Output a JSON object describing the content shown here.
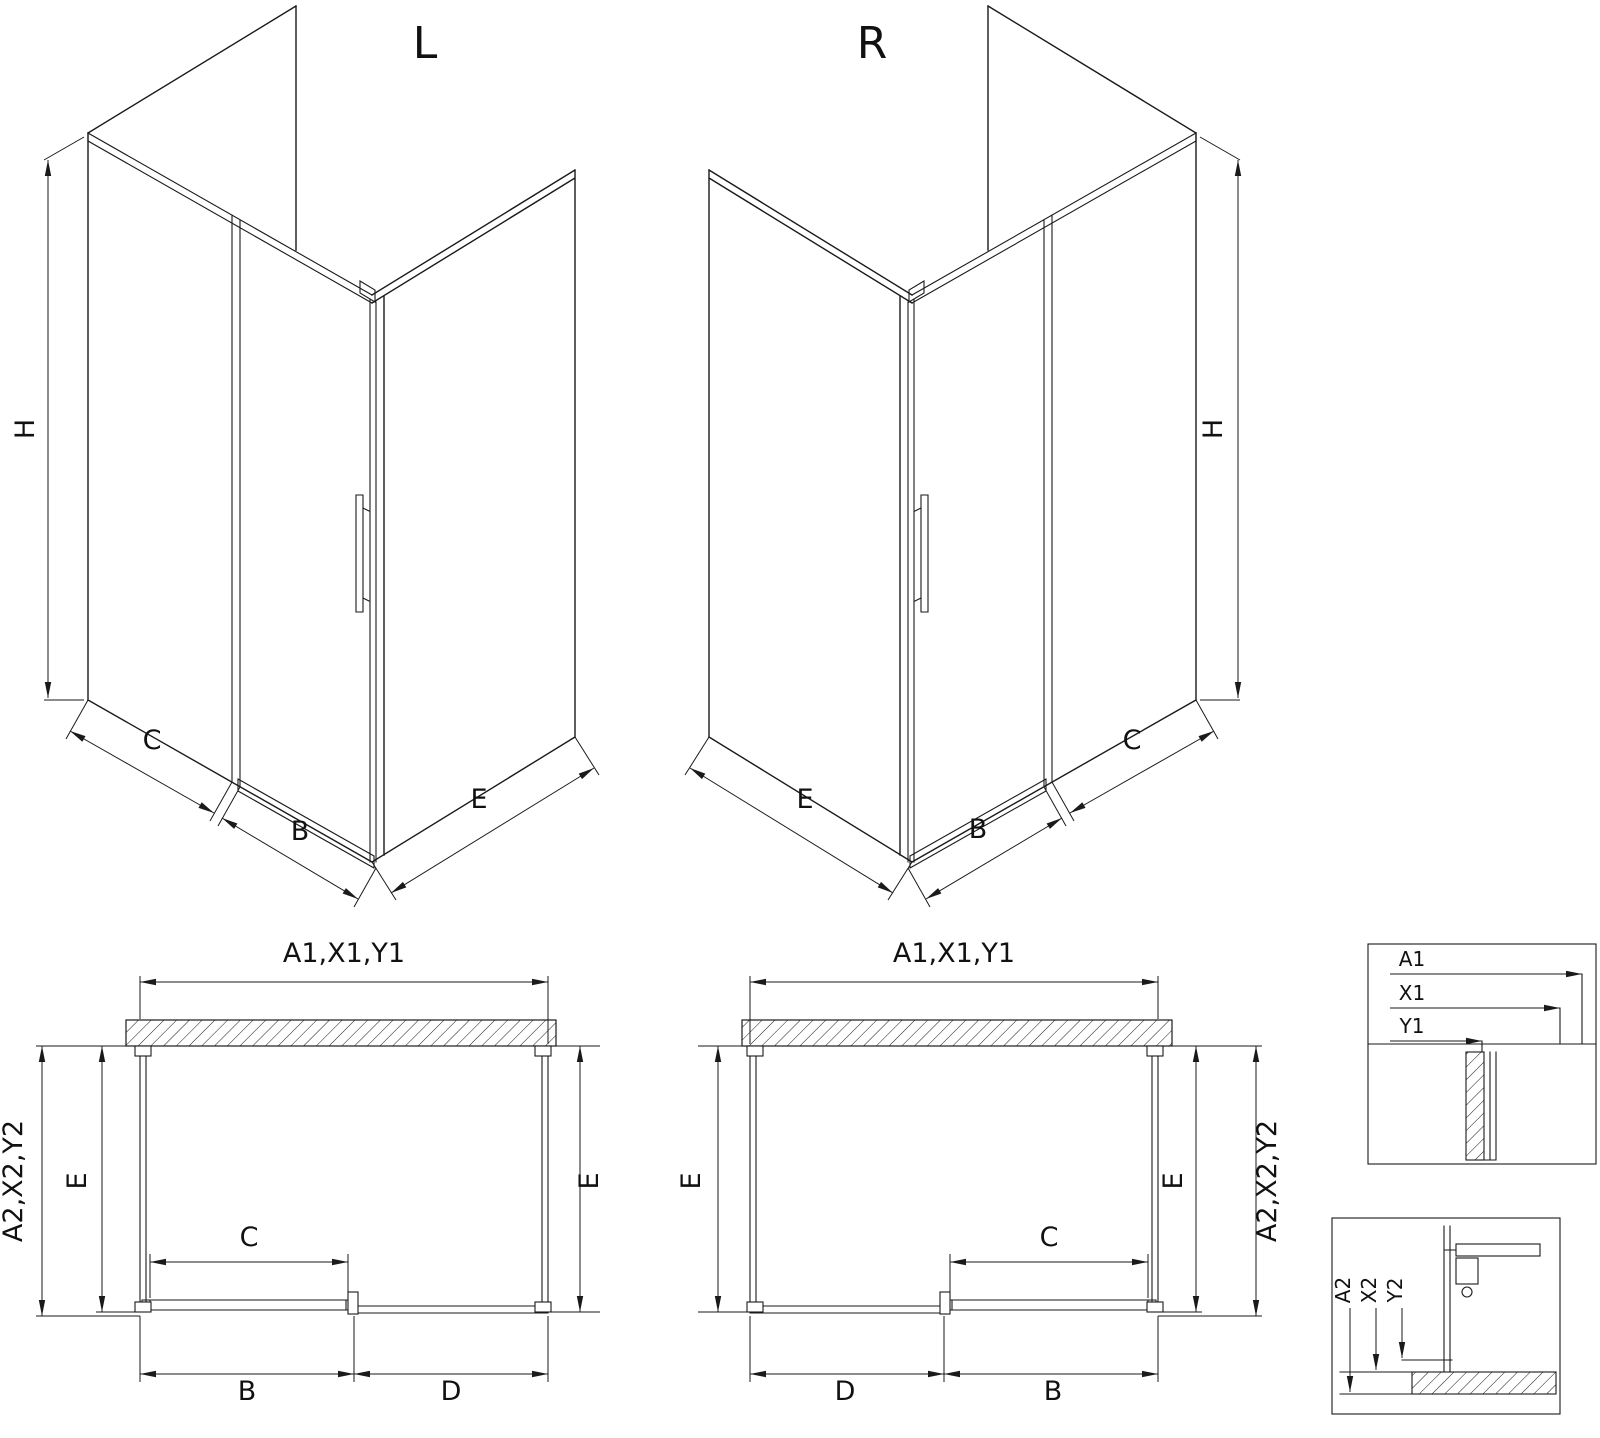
{
  "page": {
    "background": "#ffffff",
    "line_color": "#1a1a1a"
  },
  "iso_left": {
    "label": "L",
    "dims": {
      "h": "H",
      "c": "C",
      "b": "B",
      "e": "E"
    }
  },
  "iso_right": {
    "label": "R",
    "dims": {
      "h": "H",
      "e": "E",
      "b": "B",
      "c": "C"
    }
  },
  "plan_left": {
    "dims": {
      "top": "A1,X1,Y1",
      "left_outer": "A2,X2,Y2",
      "left_inner": "E",
      "right": "E",
      "opening": "C",
      "bottom_left": "B",
      "bottom_right": "D"
    }
  },
  "plan_right": {
    "dims": {
      "top": "A1,X1,Y1",
      "left": "E",
      "right_inner": "E",
      "right_outer": "A2,X2,Y2",
      "opening": "C",
      "bottom_left": "D",
      "bottom_right": "B"
    }
  },
  "detail_top": {
    "dims": {
      "a1": "A1",
      "x1": "X1",
      "y1": "Y1"
    }
  },
  "detail_bottom": {
    "dims": {
      "a2": "A2",
      "x2": "X2",
      "y2": "Y2"
    }
  }
}
